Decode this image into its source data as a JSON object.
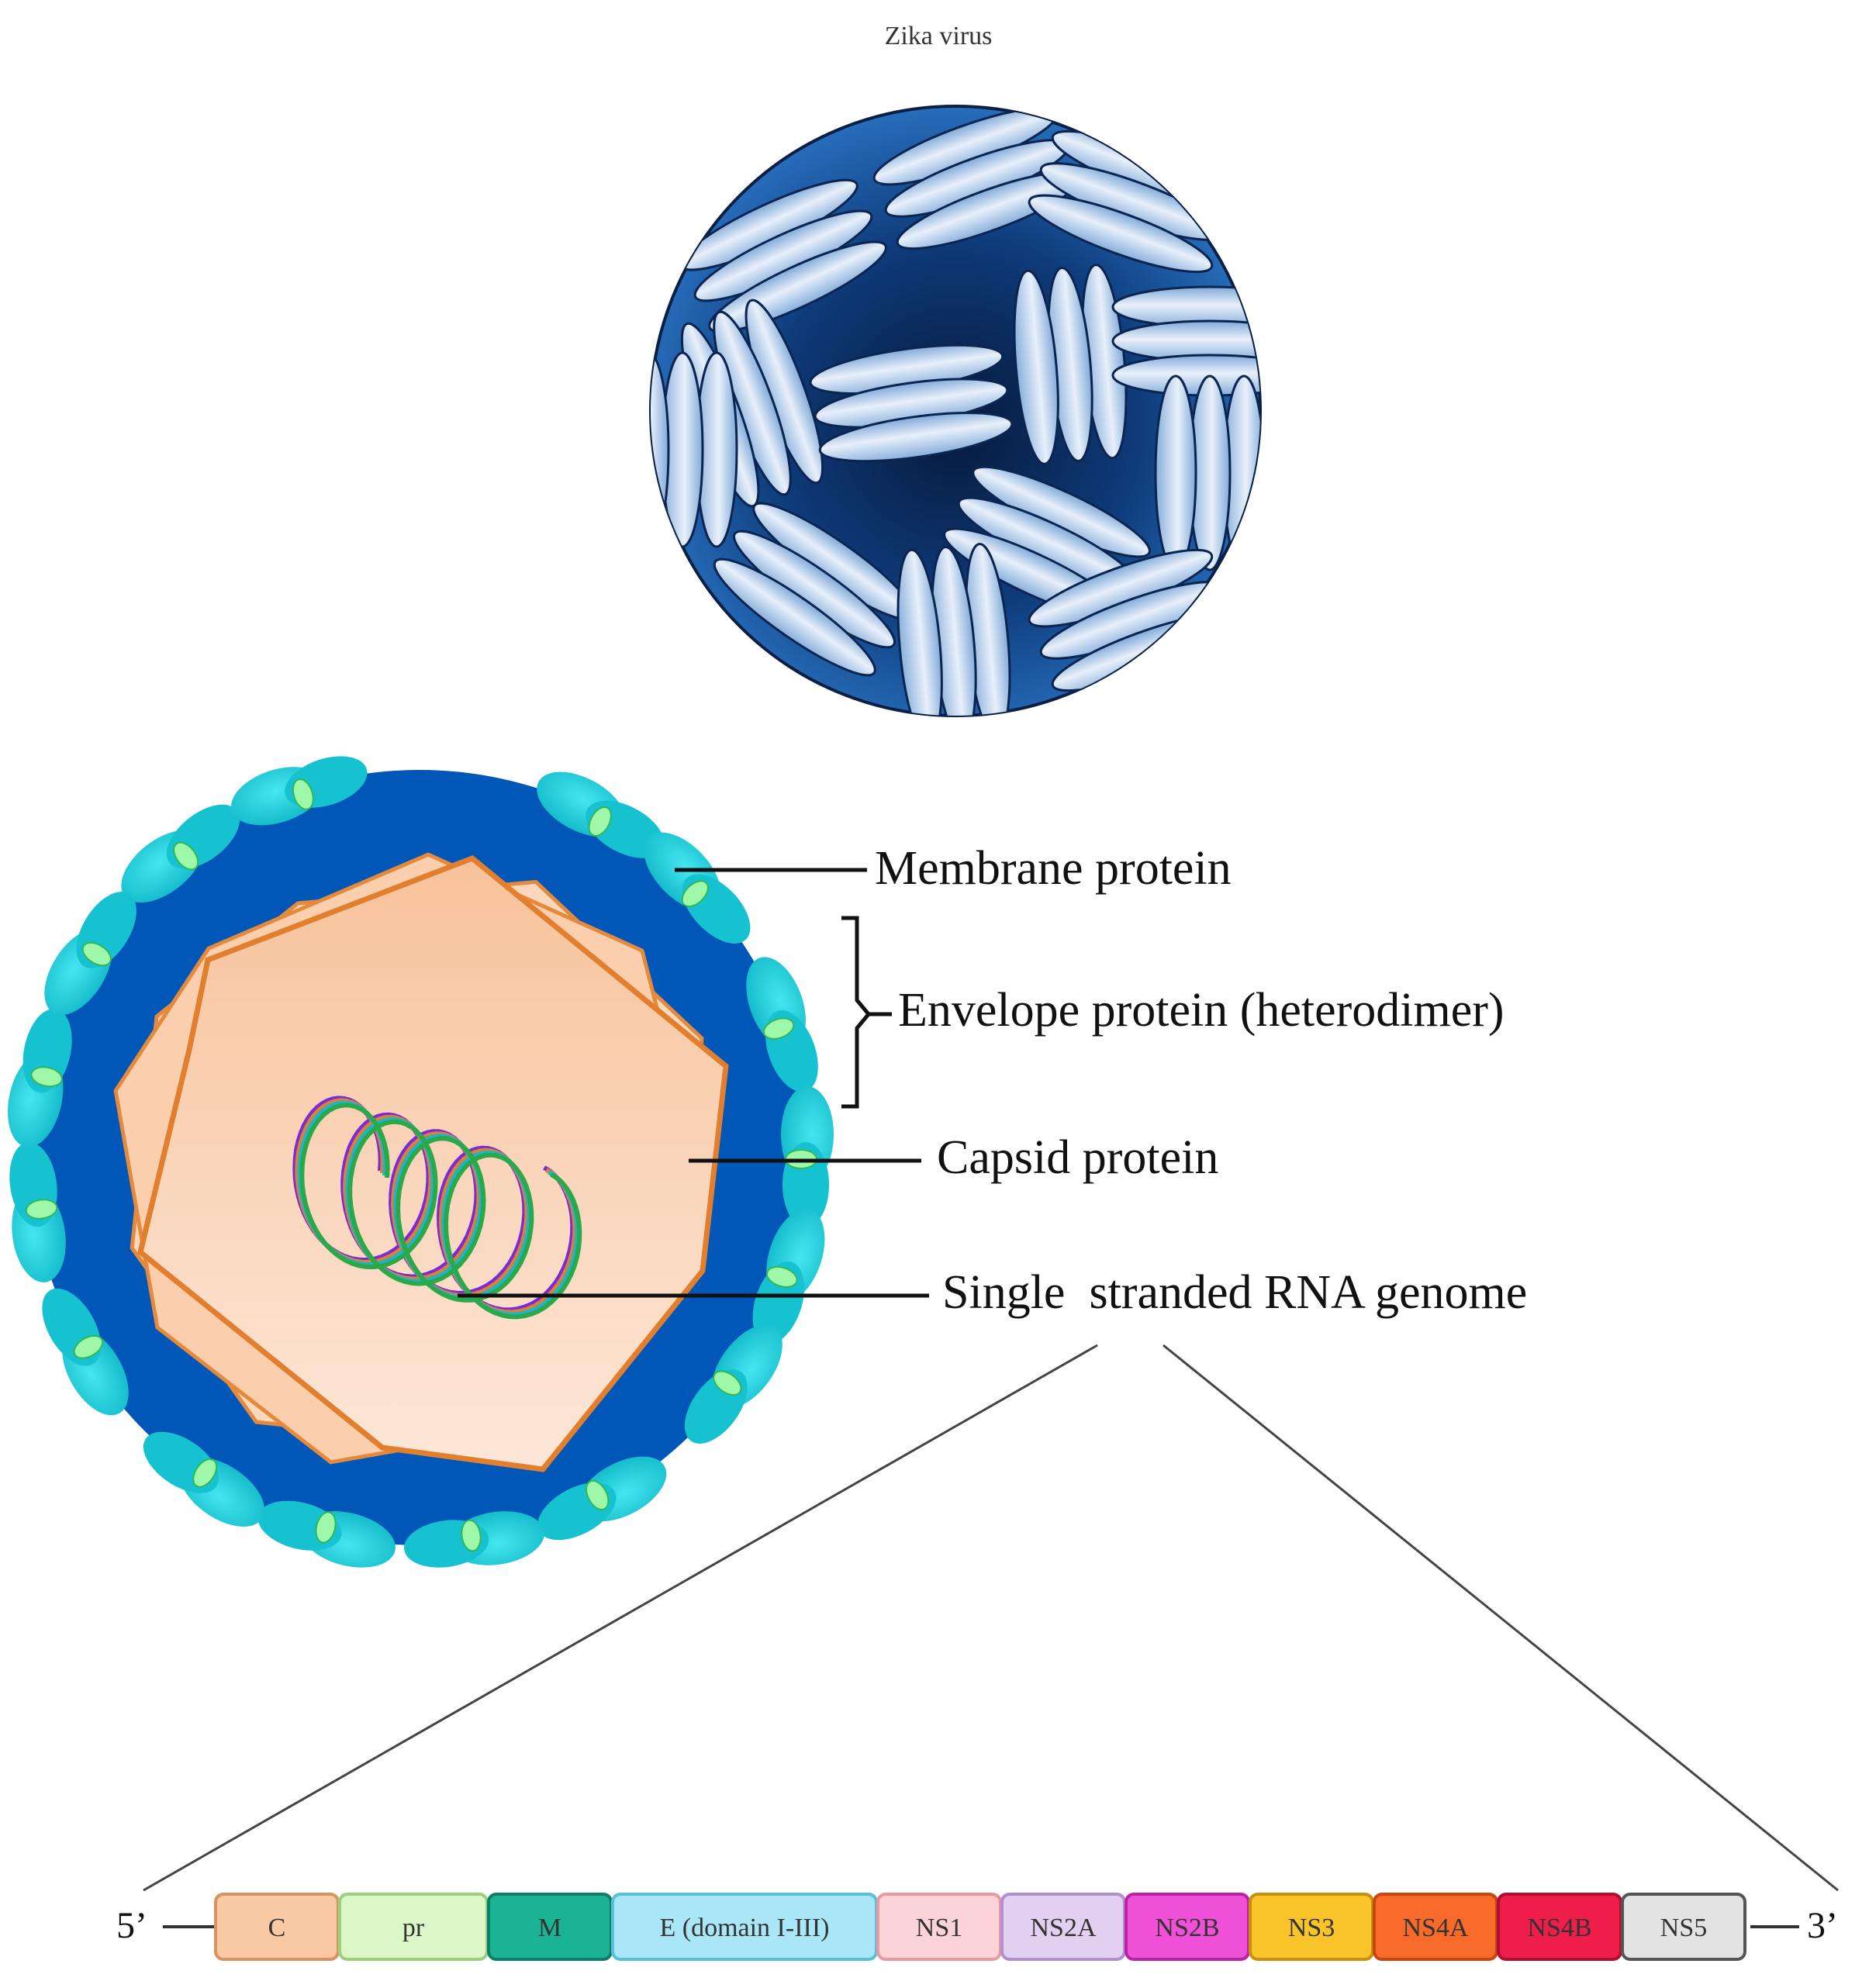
{
  "title": "Zika virus",
  "labels": {
    "membrane": "Membrane protein",
    "envelope": "Envelope protein (heterodimer)",
    "capsid": "Capsid protein",
    "rna": "Single  stranded RNA genome"
  },
  "genome": {
    "five_prime": "5’",
    "three_prime": "3’",
    "segments": [
      {
        "name": "C",
        "fill": "#f9c9a3",
        "stroke": "#d8935f"
      },
      {
        "name": "pr",
        "fill": "#dcf6c8",
        "stroke": "#9ccf7e"
      },
      {
        "name": "M",
        "fill": "#1ab394",
        "stroke": "#0e7e68"
      },
      {
        "name": "E (domain I-III)",
        "fill": "#a9e6f7",
        "stroke": "#5bbfdc"
      },
      {
        "name": "NS1",
        "fill": "#fcd3d6",
        "stroke": "#e79ba1"
      },
      {
        "name": "NS2A",
        "fill": "#e3d0f0",
        "stroke": "#b28fcd"
      },
      {
        "name": "NS2B",
        "fill": "#f050d8",
        "stroke": "#b824a4"
      },
      {
        "name": "NS3",
        "fill": "#f8c42a",
        "stroke": "#c8900e"
      },
      {
        "name": "NS4A",
        "fill": "#f86a2a",
        "stroke": "#c8470e"
      },
      {
        "name": "NS4B",
        "fill": "#ee1d4a",
        "stroke": "#b00f30"
      },
      {
        "name": "NS5",
        "fill": "#e3e3e3",
        "stroke": "#555555"
      }
    ]
  },
  "colors": {
    "virion_dark": "#0a2a5a",
    "virion_mid": "#1f5fa8",
    "envelope_blue": "#0057b8",
    "spike_cyan": "#1ccad8",
    "capsid_fill": "#fbd3b3",
    "capsid_stroke": "#e58a3c"
  }
}
